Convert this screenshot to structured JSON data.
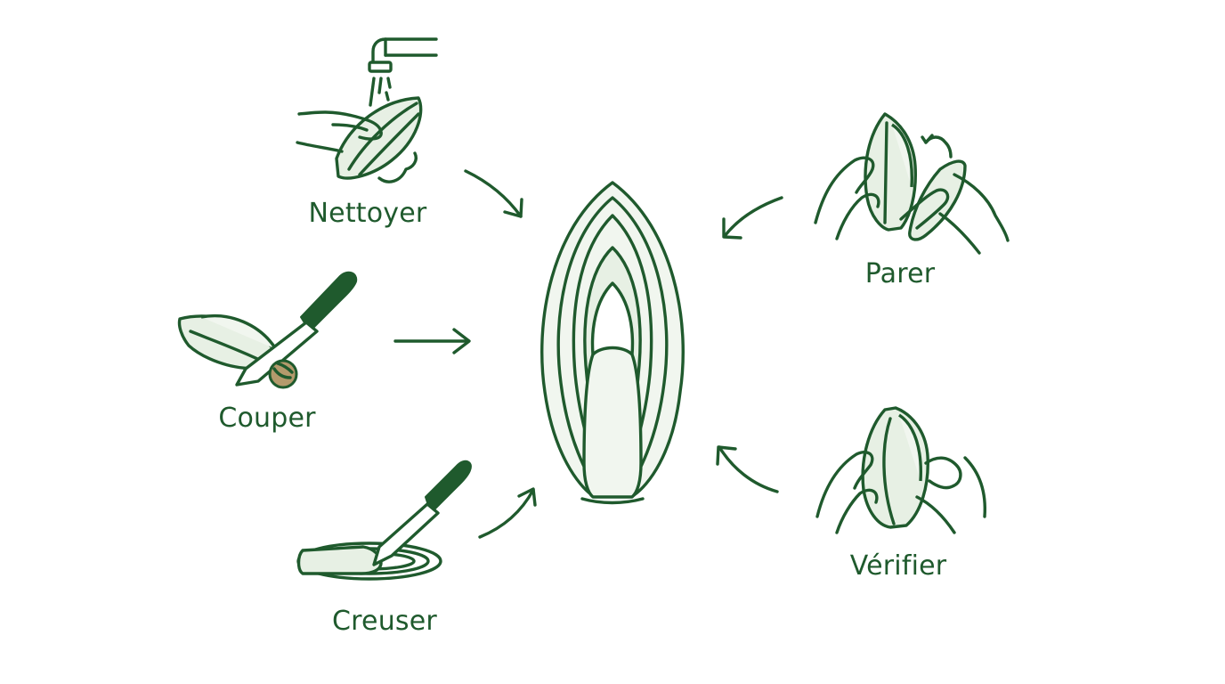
{
  "steps": {
    "nettoyer": "Nettoyer",
    "couper": "Couper",
    "creuser": "Creuser",
    "parer": "Parer",
    "verifier": "Vérifier"
  },
  "colors": {
    "ink": "#1f5a2d",
    "leaf_fill": "#e7f0e4",
    "root_fill": "#b49a6c",
    "background": "#ffffff"
  },
  "icons": {
    "center": "endive-icon",
    "nettoyer": "faucet-washing-icon",
    "couper": "knife-cut-icon",
    "creuser": "knife-hollow-icon",
    "parer": "hands-peel-icon",
    "verifier": "hands-check-icon"
  }
}
